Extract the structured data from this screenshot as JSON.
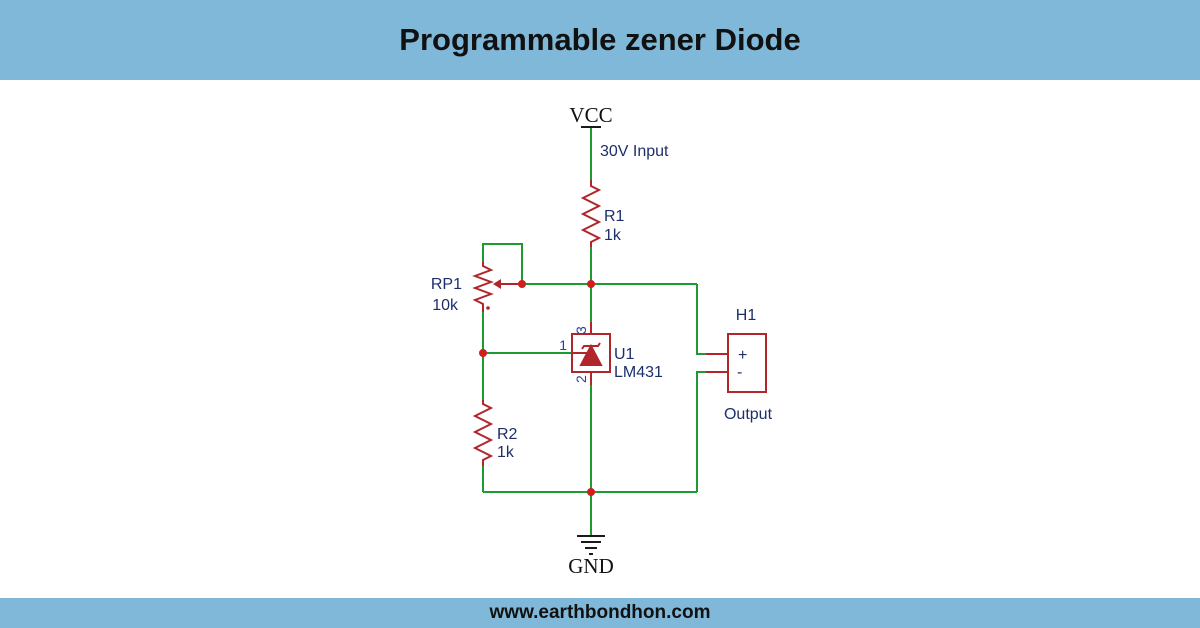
{
  "title": "Programmable zener Diode",
  "footer": "www.earthbondhon.com",
  "colors": {
    "band": "#7fb8d8",
    "wire": "#1e9a33",
    "component": "#b0262a",
    "label": "#1d2f6b",
    "pin": "#2c3f99"
  },
  "nets": {
    "vcc": "VCC",
    "gnd": "GND"
  },
  "input_note": "30V Input",
  "components": {
    "r1": {
      "ref": "R1",
      "value": "1k"
    },
    "rp1": {
      "ref": "RP1",
      "value": "10k"
    },
    "r2": {
      "ref": "R2",
      "value": "1k"
    },
    "u1": {
      "ref": "U1",
      "value": "LM431",
      "pins": {
        "ref": "1",
        "anode": "2",
        "cathode": "3"
      }
    },
    "h1": {
      "ref": "H1",
      "plus": "+",
      "minus": "-",
      "label": "Output"
    }
  }
}
